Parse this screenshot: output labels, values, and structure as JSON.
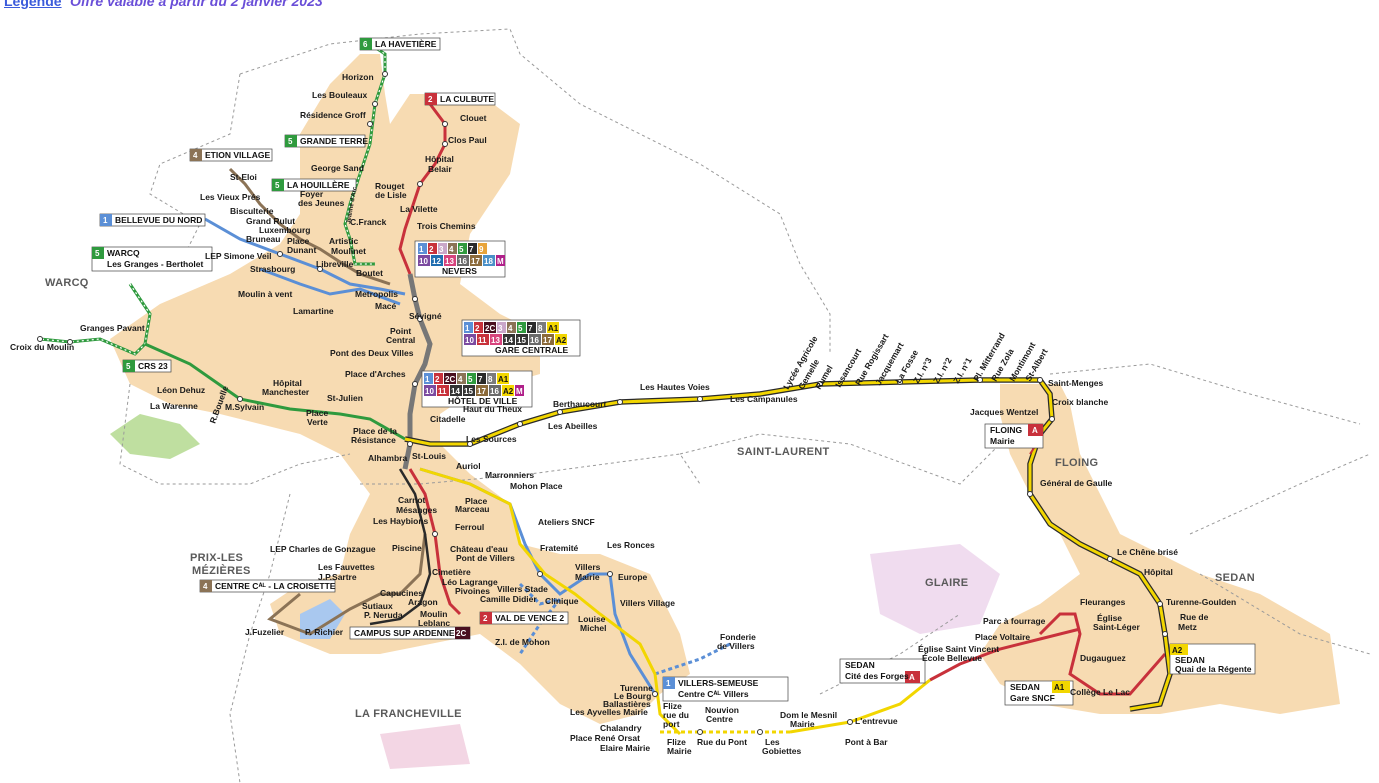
{
  "topbar": {
    "link": "Légende",
    "text": "Offre valable à partir du 2 janvier 2023"
  },
  "colors": {
    "l1": "#5b8fd6",
    "l2": "#c8313b",
    "l3": "#c9a7c9",
    "l4": "#8b7356",
    "l5": "#2f9a3e",
    "l6": "#2f9a3e",
    "l7": "#2a2a2a",
    "l8": "#7b7b7b",
    "a1": "#2a2a2a",
    "yellow": "#f2d600",
    "trunk": "#777777",
    "fill": "#f7dbb2",
    "green": "#bfdfa0"
  },
  "regions": {
    "warcq": "WARCQ",
    "saint_laurent": "SAINT-LAURENT",
    "prix1": "PRIX-LES",
    "prix2": "MÉZIÈRES",
    "glaire": "GLAIRE",
    "sedan": "SEDAN",
    "floing": "FLOING",
    "francheville": "LA FRANCHEVILLE"
  },
  "terminus": {
    "havetiere": {
      "num": "6",
      "label": "LA HAVETIÈRE"
    },
    "culbute": {
      "num": "2",
      "label": "LA CULBUTE"
    },
    "grande_terre": {
      "num": "5",
      "label": "GRANDE TERRE"
    },
    "etion": {
      "num": "4",
      "label": "ETION VILLAGE"
    },
    "houillere": {
      "num": "5",
      "label": "LA HOUILLÈRE"
    },
    "bellevue": {
      "num": "1",
      "label": "BELLEVUE DU NORD"
    },
    "warcq": {
      "num": "5",
      "label": "WARCQ",
      "sub": "Les Granges - Bertholet"
    },
    "crs23": {
      "num": "5",
      "label": "CRS 23"
    },
    "croisette": {
      "num": "4",
      "label": "CENTRE Cᴬᴸ - LA CROISETTE"
    },
    "vence": {
      "num": "2",
      "label": "VAL DE VENCE 2"
    },
    "campus": {
      "num": "2C",
      "label": "CAMPUS SUP ARDENNE"
    },
    "villers": {
      "num": "1",
      "label": "VILLERS-SEMEUSE",
      "sub": "Centre Cᴬᴸ Villers"
    },
    "floing": {
      "num": "A",
      "label": "FLOING",
      "sub": "Mairie"
    },
    "sedan_forges": {
      "num": "A",
      "label": "SEDAN",
      "sub": "Cité des Forges"
    },
    "sedan_gare": {
      "num": "A1",
      "label": "SEDAN",
      "sub": "Gare SNCF"
    },
    "sedan_regente": {
      "num": "A2",
      "label": "SEDAN",
      "sub": "Quai de la Régente"
    }
  },
  "hubs": {
    "nevers": {
      "label": "NEVERS",
      "row1": [
        "1",
        "2",
        "3",
        "4",
        "5",
        "7",
        "9"
      ],
      "row2": [
        "10",
        "12",
        "13",
        "16",
        "17",
        "18",
        "M"
      ]
    },
    "gare": {
      "label": "GARE CENTRALE",
      "row1": [
        "1",
        "2",
        "2C",
        "3",
        "4",
        "5",
        "7",
        "8",
        "A1"
      ],
      "row2": [
        "10",
        "11",
        "13",
        "14",
        "15",
        "16",
        "17",
        "A2"
      ]
    },
    "hotel": {
      "label": "HÔTEL DE VILLE",
      "row1": [
        "1",
        "2",
        "2C",
        "4",
        "5",
        "7",
        "8",
        "A1"
      ],
      "row2": [
        "10",
        "11",
        "14",
        "15",
        "17",
        "16",
        "A2",
        "M"
      ]
    }
  },
  "stops": {
    "horizon": "Horizon",
    "bouleaux": "Les Bouleaux",
    "groff": "Résidence Groff",
    "george_sand": "George Sand",
    "clouet": "Clouet",
    "clos_paul": "Clos Paul",
    "hopital_belair": "Hôpital",
    "belair": "Belair",
    "rouget": "Rouget",
    "de_lisle": "de Lisle",
    "jeanne": "Jeanne d'Arc",
    "vilette": "La Vilette",
    "trois_chemins": "Trois Chemins",
    "st_eloi": "St-Eloi",
    "vieux_pres": "Les Vieux Prés",
    "foyer": "Foyer",
    "jeunes": "des Jeunes",
    "c_franck": "C.Franck",
    "bisculterie": "Bisculterie",
    "grand_rulut": "Grand Rulut",
    "luxembourg": "Luxembourg",
    "bruneau": "Bruneau",
    "place": "Place",
    "dunant": "Dunant",
    "artistic": "Artistic",
    "moulinet": "Moulinet",
    "lep_veil": "LEP Simone Veil",
    "libreville": "Libreville",
    "strasbourg": "Strasbourg",
    "boutet": "Boutet",
    "metropolis": "Metropolis",
    "moulin_vent": "Moulin à vent",
    "mace": "Macé",
    "lamartine": "Lamartine",
    "sevigne": "Sévigné",
    "granges_pavant": "Granges Pavant",
    "croix_moulin": "Croix du Moulin",
    "point": "Point",
    "central": "Central",
    "pont_deux": "Pont des Deux Villes",
    "place_arches": "Place d'Arches",
    "hopital_m": "Hôpital",
    "manchester": "Manchester",
    "leon": "Léon Dehuz",
    "warenne": "La Warenne",
    "bouelle": "R.Bouelle",
    "sylvain": "M.Sylvain",
    "st_julien": "St-Julien",
    "place_verte": "Place",
    "verte": "Verte",
    "citadelle": "Citadelle",
    "place_de_la": "Place de la",
    "resistance": "Résistance",
    "haut_theux": "Haut du Theux",
    "sources": "Les Sources",
    "abeilles": "Les Abeilles",
    "berthaucourt": "Berthaucourt",
    "hautes_voies": "Les Hautes Voies",
    "campanules": "Les Campanules",
    "lycee": "Lycée Agricole",
    "gemelle": "Gemelle",
    "rumel": "Rumel",
    "issancourt": "Issancourt",
    "rogissart": "Rue Rogissart",
    "jacquemart": "Jacquemart",
    "la_fosse": "La Fosse",
    "zi3": "Z.I. n°3",
    "zi2": "Z.I. n°2",
    "zi1": "Z.I. n°1",
    "mitterrand": "Pl. Mitterrand",
    "rue_zola": "Rue Zola",
    "montimont": "Montimont",
    "st_albert": "St-Albert",
    "saint_menges": "Saint-Menges",
    "croix_blanche": "Croix blanche",
    "jacques_wentzel": "Jacques Wentzel",
    "general": "Général de Gaulle",
    "chene": "Le Chêne brisé",
    "hopital_s": "Hôpital",
    "turenne_g": "Turenne-Goulden",
    "rue_de": "Rue de",
    "metz": "Metz",
    "fleuranges": "Fleuranges",
    "eglise": "Église",
    "saint_leger": "Saint-Léger",
    "parc": "Parc à fourrage",
    "voltaire": "Place Voltaire",
    "saint_vincent": "Église Saint Vincent",
    "ecole": "École Bellevue",
    "dugauguez": "Dugauguez",
    "college": "Collège Le Lac",
    "alhambra": "Alhambra",
    "st_louis": "St-Louis",
    "auriol": "Auriol",
    "marronniers": "Marronniers",
    "mohon": "Mohon Place",
    "carnot": "Carnot",
    "place_m": "Place",
    "marceau": "Marceau",
    "mesanges": "Mésanges",
    "haybions": "Les Haybions",
    "ferroul": "Ferroul",
    "ateliers": "Ateliers SNCF",
    "piscine": "Piscine",
    "chateau": "Château d'eau",
    "pont_villers": "Pont de Villers",
    "fratemite": "Fratemité",
    "ronces": "Les Ronces",
    "lep_charles": "LEP Charles de Gonzague",
    "fauvettes": "Les Fauvettes",
    "sartre": "J.P.Sartre",
    "cimetiere": "Cimetière",
    "lagrange": "Léo Lagrange",
    "villers": "Villers",
    "mairie": "Mairie",
    "europe": "Europe",
    "capucines": "Capucines",
    "aragon": "Aragon",
    "pivoines": "Pivoines",
    "villers_stade": "Villers Stade",
    "camille": "Camille Didier",
    "clinique": "Clinique",
    "villers_village": "Villers Village",
    "sutiaux": "Sutiaux",
    "neruda": "P. Neruda",
    "moulin": "Moulin",
    "leblanc": "Leblanc",
    "louise": "Louise",
    "michel": "Michel",
    "fuzelier": "J.Fuzelier",
    "richier": "P. Richier",
    "zi_mohon": "Z.I. de Mohon",
    "fonderie": "Fonderie",
    "de_villers": "de Villers",
    "turenne": "Turenne",
    "bourg": "Le Bourg",
    "ballastieres": "Ballastières",
    "ayvelles": "Les Ayvelles Mairie",
    "chalandry": "Chalandry",
    "rene_orsat": "Place René Orsat",
    "elaire": "Elaire Mairie",
    "flize": "Flize",
    "rue_du": "rue du",
    "port": "port",
    "flize_m": "Flize",
    "mairie2": "Mairie",
    "rue_pont": "Rue du Pont",
    "nouvion": "Nouvion",
    "centre": "Centre",
    "les": "Les",
    "gobiettes": "Gobiettes",
    "dom": "Dom le Mesnil",
    "mairie3": "Mairie",
    "entrevue": "L'entrevue",
    "pont_bar": "Pont à Bar"
  }
}
